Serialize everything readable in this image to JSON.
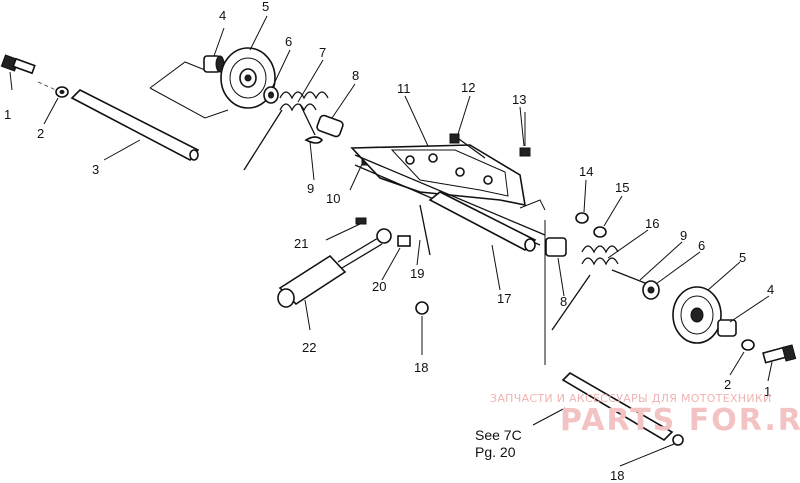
{
  "diagram": {
    "callouts": {
      "c1a": "1",
      "c2a": "2",
      "c3": "3",
      "c4a": "4",
      "c5a": "5",
      "c6a": "6",
      "c7": "7",
      "c8a": "8",
      "c9a": "9",
      "c10": "10",
      "c11": "11",
      "c12": "12",
      "c13": "13",
      "c14": "14",
      "c15": "15",
      "c16": "16",
      "c9b": "9",
      "c6b": "6",
      "c5b": "5",
      "c4b": "4",
      "c17": "17",
      "c8b": "8",
      "c19": "19",
      "c20": "20",
      "c21": "21",
      "c22": "22",
      "c18a": "18",
      "c18b": "18",
      "c2b": "2",
      "c1b": "1"
    },
    "reference_line1": "See 7C",
    "reference_line2": "Pg. 20"
  },
  "watermark": {
    "tagline": "ЗАПЧАСТИ И АКСЕССУАРЫ ДЛЯ МОТОТЕХНИКИ",
    "brand": "PARTS FOR.RU"
  }
}
